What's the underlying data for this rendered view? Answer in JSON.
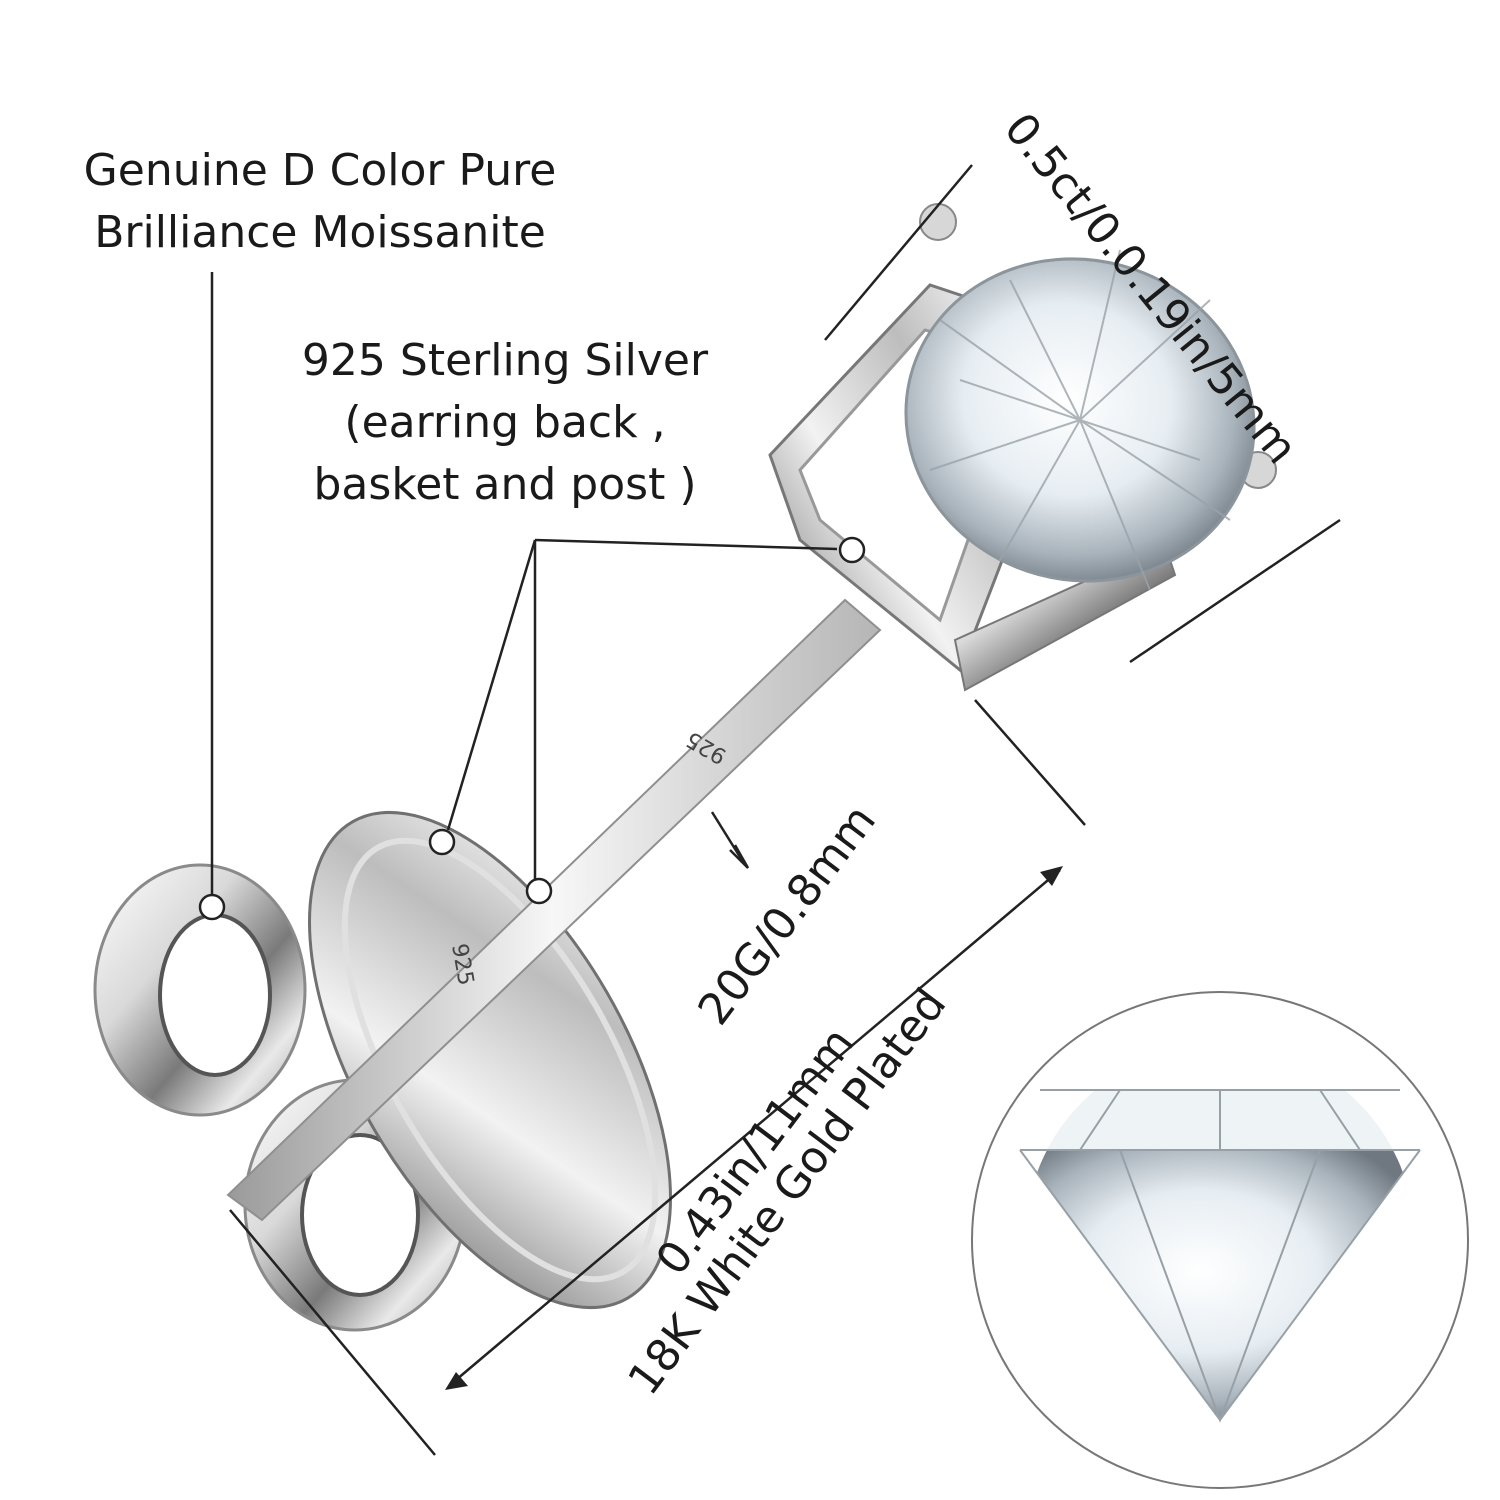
{
  "labels": {
    "stone": [
      "Genuine D Color Pure",
      "Brilliance Moissanite"
    ],
    "silver": [
      "925 Sterling Silver",
      "(earring back ,",
      "basket and post )"
    ],
    "stone_size": "0.5ct/0.0.19in/5mm",
    "gauge": "20G/0.8mm",
    "length": "0.43in/11mm",
    "plating": "18K White Gold Plated"
  },
  "engravings": {
    "back": "925",
    "post": "925"
  },
  "colors": {
    "background": "#ffffff",
    "text": "#1a1a1a",
    "silver_light": "#f4f4f4",
    "silver_mid": "#c9c9c9",
    "silver_dark": "#5a5a5a",
    "line": "#222222"
  }
}
